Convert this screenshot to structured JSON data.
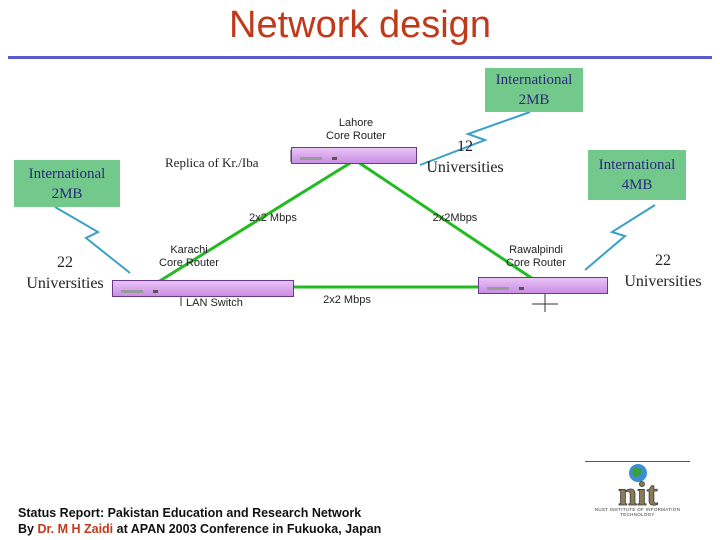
{
  "title": "Network design",
  "nodes": {
    "intl_top": {
      "line1": "International",
      "line2": "2MB"
    },
    "intl_left": {
      "line1": "International",
      "line2": "2MB"
    },
    "intl_right": {
      "line1": "International",
      "line2": "4MB"
    },
    "lahore_router": {
      "line1": "Lahore",
      "line2": "Core Router"
    },
    "karachi_router": {
      "line1": "Karachi",
      "line2": "Core Router"
    },
    "rawalpindi_router": {
      "line1": "Rawalpindi",
      "line2": "Core Router"
    },
    "replica": "Replica of Kr./Iba",
    "lan_switch": "LAN Switch",
    "uni_lahore": {
      "line1": "12",
      "line2": "Universities"
    },
    "uni_karachi": {
      "line1": "22",
      "line2": "Universities"
    },
    "uni_rawalpindi": {
      "line1": "22",
      "line2": "Universities"
    }
  },
  "links": {
    "lahore_karachi": "2x2 Mbps",
    "lahore_rawalpindi": "2x2Mbps",
    "karachi_rawalpindi": "2x2 Mbps"
  },
  "footer": {
    "line1": "Status Report: Pakistan Education and Research Network",
    "line2_prefix": "By ",
    "author": "Dr. M H Zaidi",
    "line2_suffix": " at APAN 2003 Conference in Fukuoka, Japan"
  },
  "logo": {
    "text": "nit",
    "caption": "NUST INSTITUTE OF INFORMATION TECHNOLOGY"
  },
  "colors": {
    "title": "#c0391b",
    "link": "#22bb22",
    "box": "#73c98c",
    "router": "#c98fe3"
  }
}
